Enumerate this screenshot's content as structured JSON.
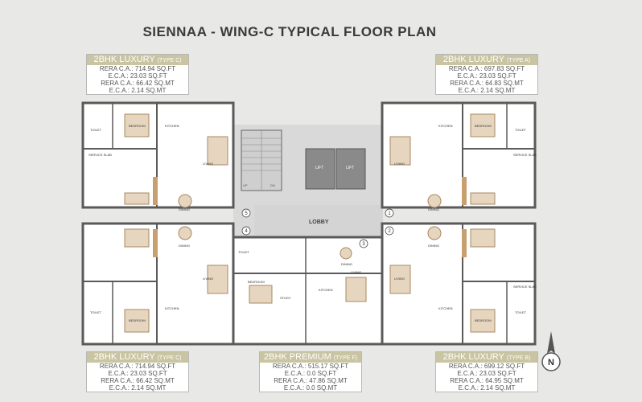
{
  "title": "SIENNAA - WING-C TYPICAL FLOOR PLAN",
  "units": [
    {
      "name": "2BHK LUXURY",
      "type": "(TYPE C)",
      "rera_sqft": "RERA C.A.: 714.94 SQ.FT",
      "eca_sqft": "E.C.A.: 23.03 SQ.FT",
      "rera_sqmt": "RERA C.A.: 66.42 SQ.MT",
      "eca_sqmt": "E.C.A.: 2.14 SQ.MT"
    },
    {
      "name": "2BHK LUXURY",
      "type": "(TYPE A)",
      "rera_sqft": "RERA C.A.: 697.83 SQ.FT",
      "eca_sqft": "E.C.A.: 23.03 SQ.FT",
      "rera_sqmt": "RERA C.A.: 64.83 SQ.MT",
      "eca_sqmt": "E.C.A.: 2.14 SQ.MT"
    },
    {
      "name": "2BHK LUXURY",
      "type": "(TYPE C)",
      "rera_sqft": "RERA C.A.: 714.94 SQ.FT",
      "eca_sqft": "E.C.A.: 23.03 SQ.FT",
      "rera_sqmt": "RERA C.A.: 66.42 SQ.MT",
      "eca_sqmt": "E.C.A.: 2.14 SQ.MT"
    },
    {
      "name": "2BHK PREMIUM",
      "type": "(TYPE F)",
      "rera_sqft": "RERA C.A.: 515.17 SQ.FT",
      "eca_sqft": "E.C.A.: 0.0 SQ.FT",
      "rera_sqmt": "RERA C.A.: 47.86 SQ.MT",
      "eca_sqmt": "E.C.A.: 0.0 SQ.MT"
    },
    {
      "name": "2BHK LUXURY",
      "type": "(TYPE B)",
      "rera_sqft": "RERA C.A.: 699.12 SQ.FT",
      "eca_sqft": "E.C.A.: 23.03 SQ.FT",
      "rera_sqmt": "RERA C.A.: 64.95 SQ.MT",
      "eca_sqmt": "E.C.A.: 2.14 SQ.MT"
    }
  ],
  "plan_labels": {
    "lobby": "LOBBY",
    "lift": "LIFT",
    "bedroom": "BEDROOM",
    "kitchen": "KITCHEN",
    "living": "LIVING",
    "dining": "DINING",
    "toilet": "TOILET",
    "service_slab": "SERVICE SLAB",
    "study": "STUDY",
    "up": "UP",
    "dn": "DN"
  },
  "flat_numbers": [
    "1",
    "2",
    "3",
    "4",
    "5"
  ],
  "compass": "N",
  "colors": {
    "title_bar": "#c9c4a1",
    "wall": "#5a5a5a",
    "floor": "#ffffff",
    "wood": "#c8a070",
    "lobby": "#d9d9d9"
  }
}
